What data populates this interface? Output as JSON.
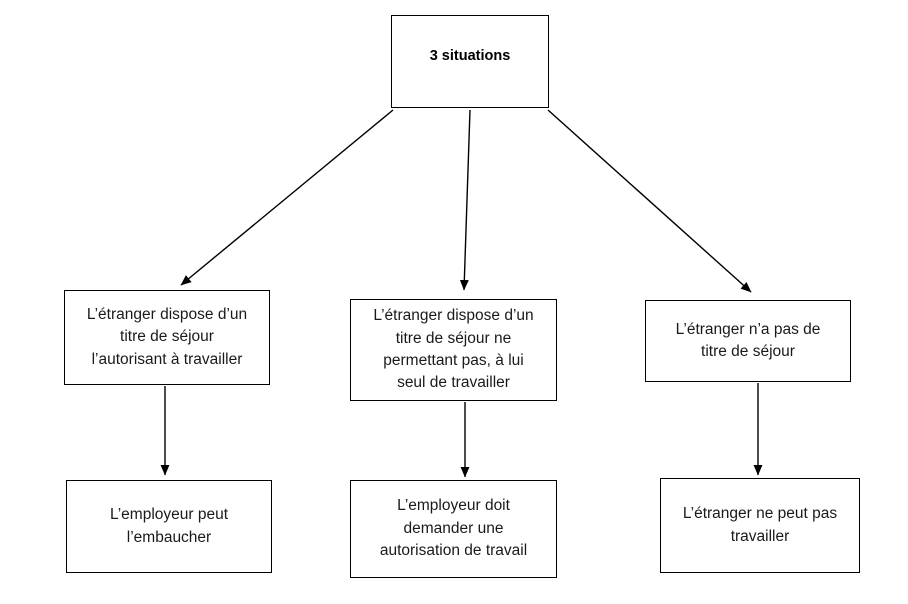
{
  "diagram": {
    "title": "3 situations",
    "nodes": {
      "root": {
        "label": "3 situations"
      },
      "branch_left": {
        "label": "L’étranger dispose d’un\ntitre de séjour\nl’autorisant à travailler"
      },
      "branch_middle": {
        "label": "L’étranger dispose d’un\ntitre de séjour ne\npermettant pas, à lui\nseul de travailler"
      },
      "branch_right": {
        "label": "L’étranger n’a pas de\ntitre de séjour"
      },
      "outcome_left": {
        "label": "L’employeur peut\nl’embaucher"
      },
      "outcome_middle": {
        "label": "L’employeur doit\ndemander une\nautorisation de travail"
      },
      "outcome_right": {
        "label": "L’étranger ne peut pas\ntravailler"
      }
    },
    "colors": {
      "stroke": "#000000",
      "text": "#1a1a1a",
      "background": "#ffffff"
    }
  }
}
